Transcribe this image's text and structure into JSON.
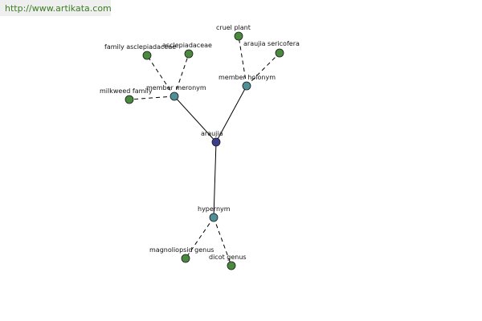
{
  "banner": {
    "url": "http://www.artikata.com"
  },
  "colors": {
    "root": "#3d3d8f",
    "relation": "#4f8f95",
    "leaf": "#4a8a3f"
  },
  "nodes": {
    "araujia": {
      "label": "araujia",
      "kind": "root"
    },
    "member_meronym": {
      "label": "member meronym",
      "kind": "relation"
    },
    "member_holonym": {
      "label": "member holonym",
      "kind": "relation"
    },
    "hypernym": {
      "label": "hypernym",
      "kind": "relation"
    },
    "family_asclepiadaceae": {
      "label": "family asclepiadaceae",
      "kind": "leaf"
    },
    "asclepiadaceae": {
      "label": "asclepiadaceae",
      "kind": "leaf"
    },
    "milkweed_family": {
      "label": "milkweed family",
      "kind": "leaf"
    },
    "cruel_plant": {
      "label": "cruel plant",
      "kind": "leaf"
    },
    "araujia_sericofera": {
      "label": "araujia sericofera",
      "kind": "leaf"
    },
    "magnoliopsid_genus": {
      "label": "magnoliopsid genus",
      "kind": "leaf"
    },
    "dicot_genus": {
      "label": "dicot genus",
      "kind": "leaf"
    }
  }
}
